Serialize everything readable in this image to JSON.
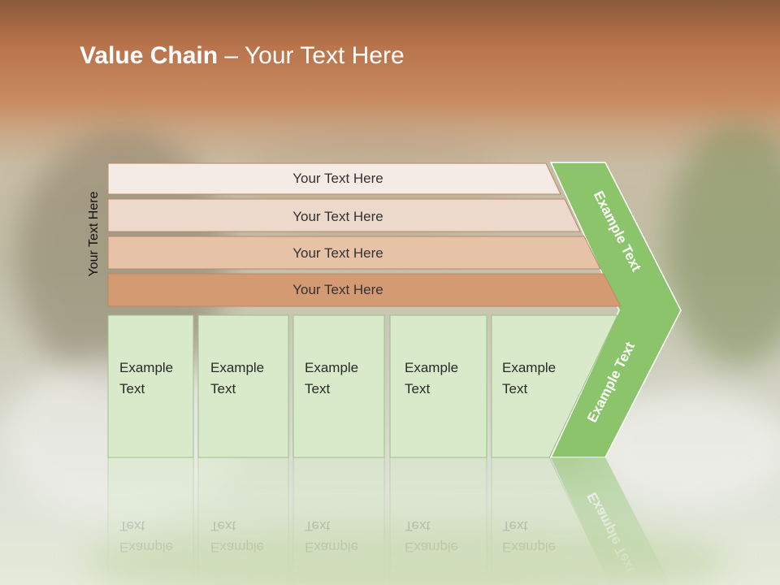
{
  "slide": {
    "title_bold": "Value Chain",
    "title_rest": " – Your Text Here",
    "side_label": "Your Text Here"
  },
  "rows": [
    {
      "label": "Your Text Here",
      "color": "#f4ebe4"
    },
    {
      "label": "Your Text Here",
      "color": "#edd9cb"
    },
    {
      "label": "Your Text Here",
      "color": "#e6c2a6"
    },
    {
      "label": "Your Text Here",
      "color": "#d49a72"
    }
  ],
  "boxes": [
    {
      "line1": "Example",
      "line2": "Text"
    },
    {
      "line1": "Example",
      "line2": "Text"
    },
    {
      "line1": "Example",
      "line2": "Text"
    },
    {
      "line1": "Example",
      "line2": "Text"
    },
    {
      "line1": "Example",
      "line2": "Text"
    }
  ],
  "chevron": {
    "upper_text": "Example Text",
    "lower_text": "Example Text",
    "color": "#8bc46a"
  },
  "colors": {
    "box_fill": "#d8eac9",
    "box_stroke": "#9fbf8a",
    "row_stroke": "#b88a6a"
  }
}
